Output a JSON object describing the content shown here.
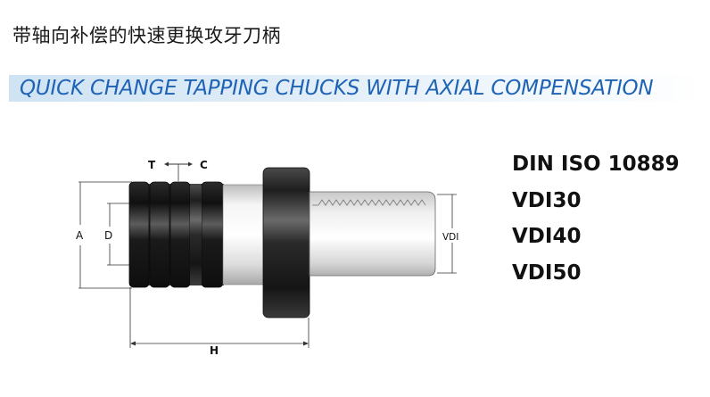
{
  "header": {
    "title_cn": "带轴向补偿的快速更换攻牙刀柄",
    "title_en": "QUICK CHANGE TAPPING CHUCKS WITH AXIAL COMPENSATION"
  },
  "diagram": {
    "labels": {
      "tension": "T",
      "compression": "C",
      "outer_diameter": "A",
      "inner_diameter": "D",
      "length": "H",
      "shank": "VDI"
    }
  },
  "standards": [
    "DIN ISO 10889",
    "VDI30",
    "VDI40",
    "VDI50"
  ],
  "colors": {
    "banner": "#dbe9f6",
    "title_en": "#1f63b5",
    "body_dark": "#222222",
    "shank_light": "#e8e8e8"
  }
}
